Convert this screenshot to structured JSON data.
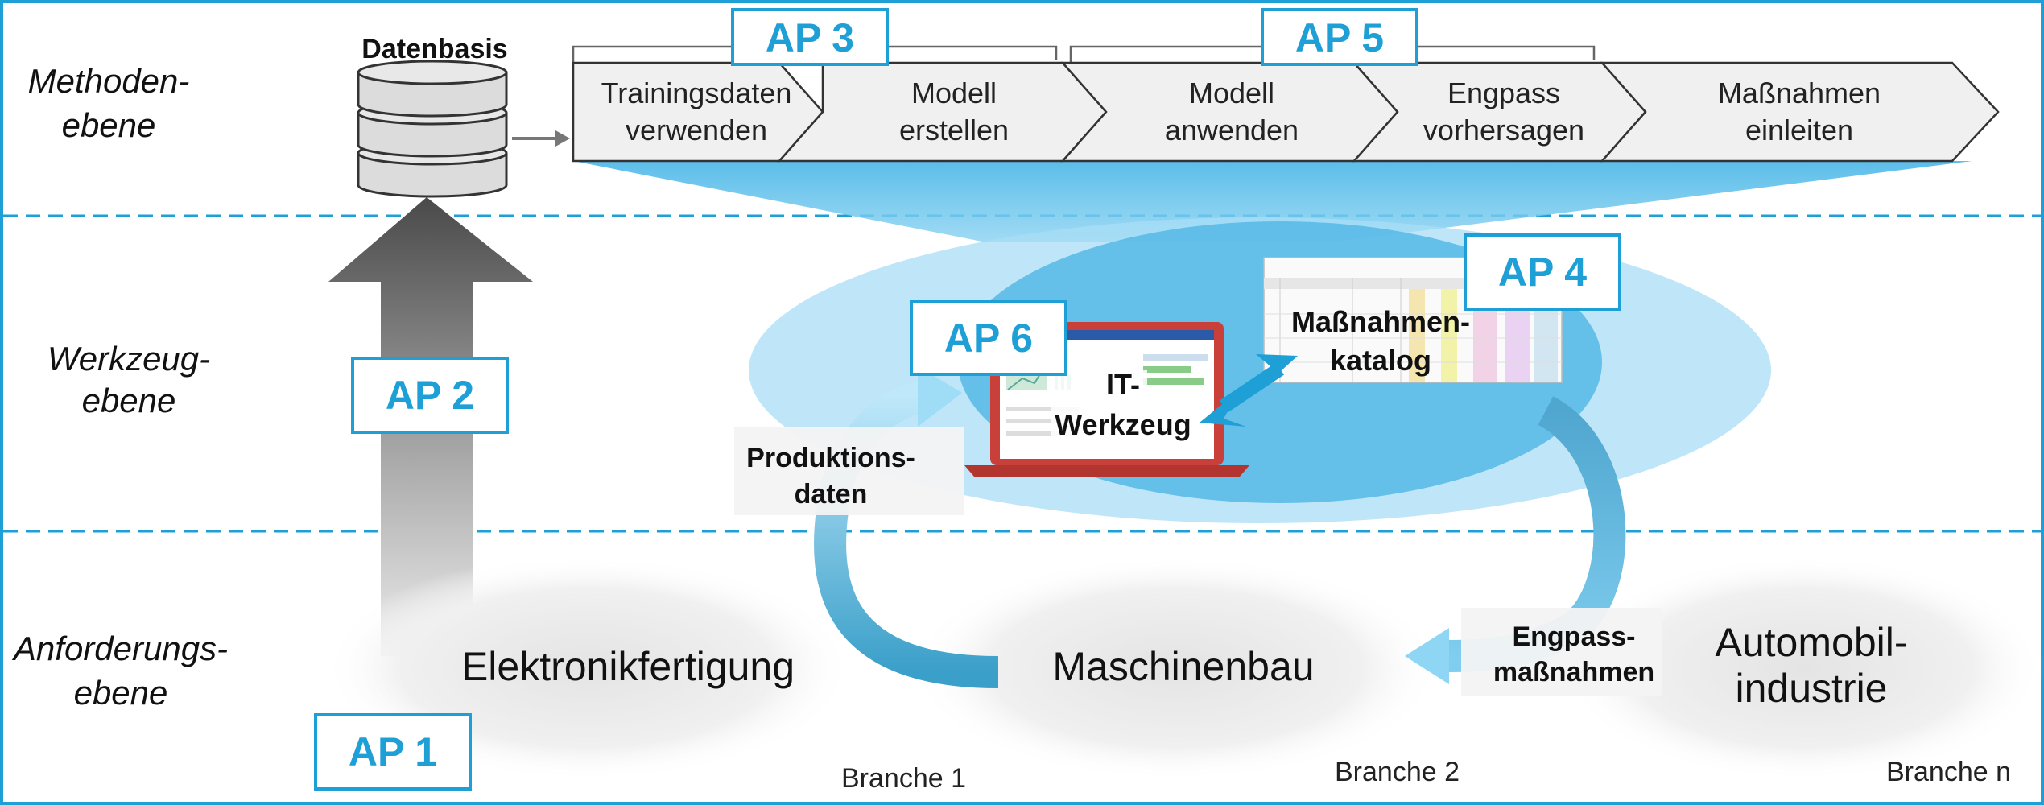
{
  "levels": {
    "methoden": [
      "Methoden-",
      "ebene"
    ],
    "werkzeug": [
      "Werkzeug-",
      "ebene"
    ],
    "anforderung": [
      "Anforderungs-",
      "ebene"
    ]
  },
  "database": {
    "label": "Datenbasis"
  },
  "process_steps": [
    {
      "line1": "Trainingsdaten",
      "line2": "verwenden"
    },
    {
      "line1": "Modell",
      "line2": "erstellen"
    },
    {
      "line1": "Modell",
      "line2": "anwenden"
    },
    {
      "line1": "Engpass",
      "line2": "vorhersagen"
    },
    {
      "line1": "Maßnahmen",
      "line2": "einleiten"
    }
  ],
  "work_packages": {
    "ap1": "AP 1",
    "ap2": "AP 2",
    "ap3": "AP 3",
    "ap4": "AP 4",
    "ap5": "AP 5",
    "ap6": "AP 6"
  },
  "tools": {
    "it_tool": [
      "IT-",
      "Werkzeug"
    ],
    "catalog": [
      "Maßnahmen-",
      "katalog"
    ]
  },
  "flows": {
    "production_data": [
      "Produktions-",
      "daten"
    ],
    "bottleneck_measures": [
      "Engpass-",
      "maßnahmen"
    ]
  },
  "industries": [
    {
      "name_lines": [
        "Elektronikfertigung"
      ],
      "branch": "Branche 1"
    },
    {
      "name_lines": [
        "Maschinenbau"
      ],
      "branch": "Branche 2"
    },
    {
      "name_lines": [
        "Automobil-",
        "industrie"
      ],
      "branch": "Branche n"
    }
  ],
  "colors": {
    "accent": "#1e9fd6",
    "light_blue": "#a8def5",
    "mid_blue": "#55b9e6",
    "dark_gray": "#555555",
    "laptop_red": "#c9403a"
  }
}
